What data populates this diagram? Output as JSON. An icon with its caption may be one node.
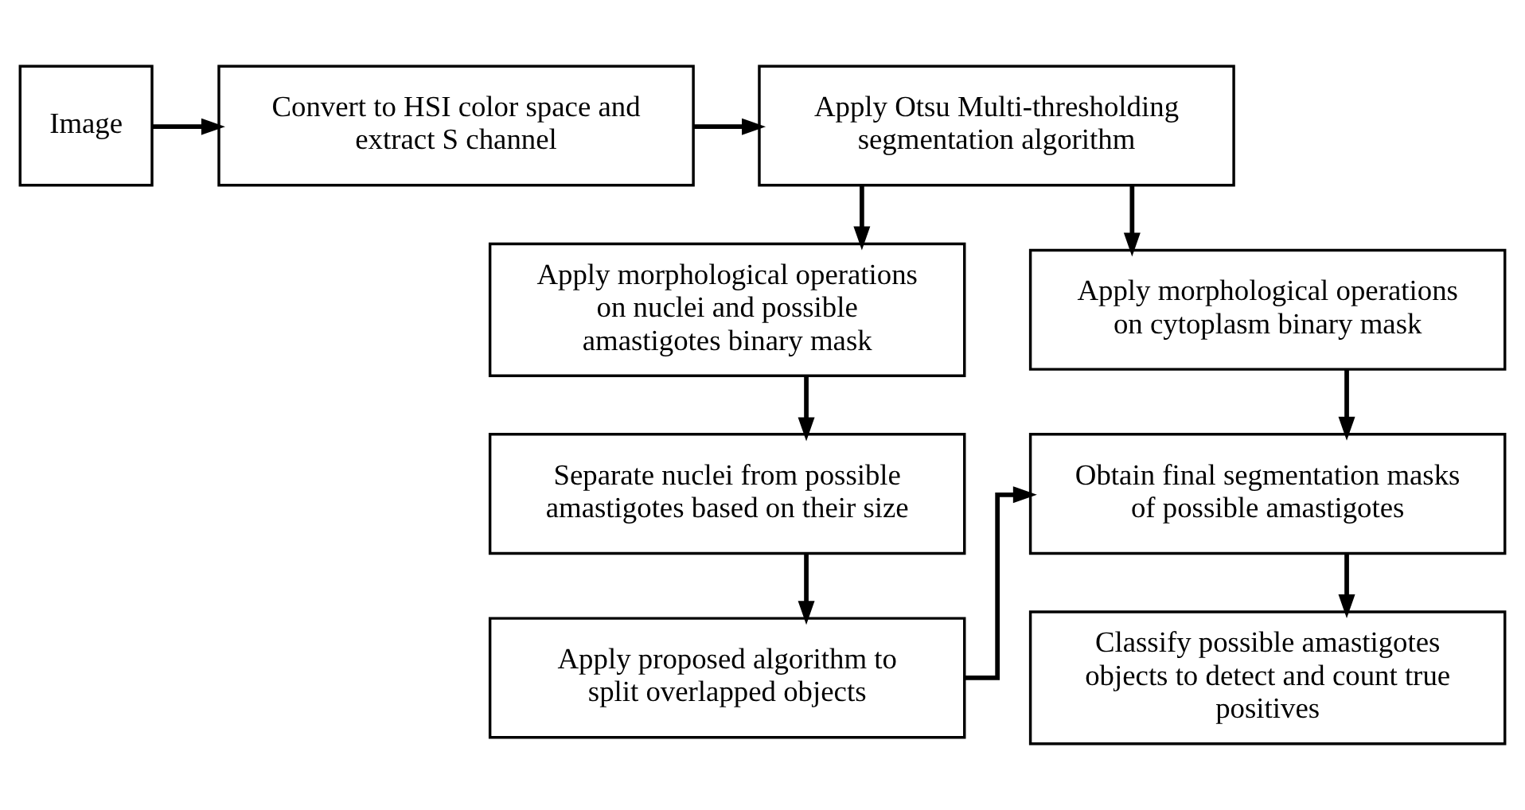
{
  "diagram": {
    "nodes": [
      {
        "text": [
          "Image"
        ]
      },
      {
        "text": [
          "Convert to HSI color space and extract S channel"
        ]
      },
      {
        "text": [
          "Apply Otsu Multi-thresholding segmentation algorithm"
        ]
      },
      {
        "text": [
          "Apply morphological operations on nuclei and possible amastigotes binary mask"
        ]
      },
      {
        "text": [
          "Apply morphological operations on cytoplasm binary mask"
        ]
      },
      {
        "text": [
          "Separate nuclei from possible amastigotes based on their size"
        ]
      },
      {
        "text": [
          "Apply proposed algorithm to split overlapped objects"
        ]
      },
      {
        "text": [
          "Obtain final segmentation masks of possible amastigotes"
        ]
      },
      {
        "text": [
          "Classify possible amastigotes objects to detect and count true positives"
        ]
      }
    ],
    "edges": [
      {
        "from": 0,
        "to": 1,
        "arrow": "to"
      },
      {
        "from": 1,
        "to": 2,
        "arrow": "to"
      },
      {
        "from": 2,
        "to": 3,
        "arrow": "to"
      },
      {
        "from": 2,
        "to": 4,
        "arrow": "to"
      },
      {
        "from": 3,
        "to": 5,
        "arrow": "to"
      },
      {
        "from": 5,
        "to": 6,
        "arrow": "to"
      },
      {
        "from": 6,
        "to": 7,
        "arrow": "to"
      },
      {
        "from": 4,
        "to": 7,
        "arrow": "to"
      },
      {
        "from": 7,
        "to": 8,
        "arrow": "to"
      }
    ]
  }
}
